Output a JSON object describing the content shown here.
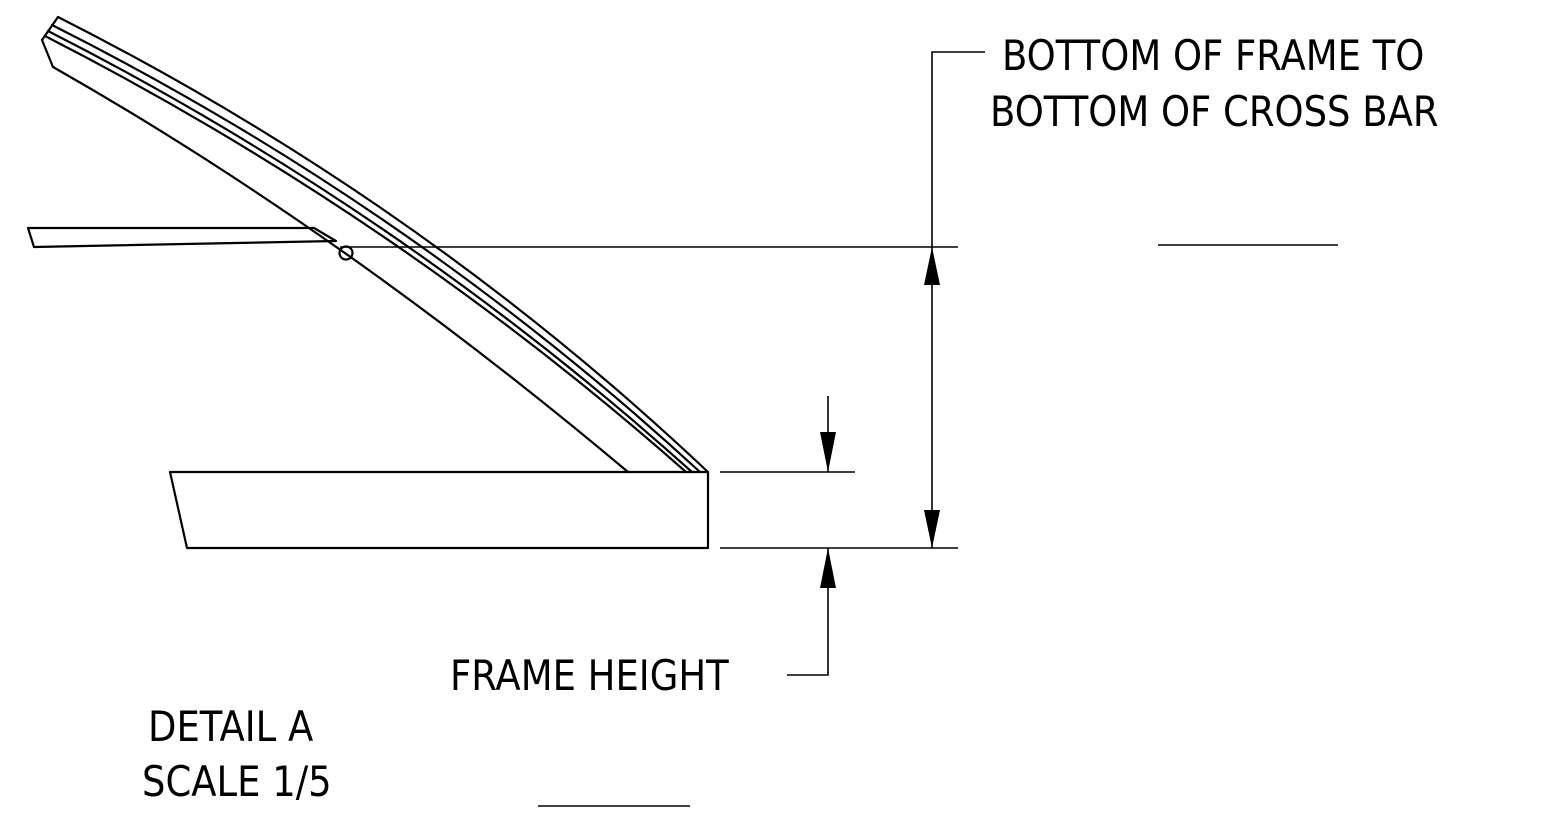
{
  "detail": {
    "title": "DETAIL  A",
    "scale": "SCALE 1/5"
  },
  "dimensions": {
    "cross_bar_label_line1": "BOTTOM OF FRAME TO",
    "cross_bar_label_line2": "BOTTOM OF CROSS BAR",
    "frame_height_label": "FRAME HEIGHT"
  },
  "colors": {
    "ink": "#000000",
    "paper": "#ffffff"
  }
}
